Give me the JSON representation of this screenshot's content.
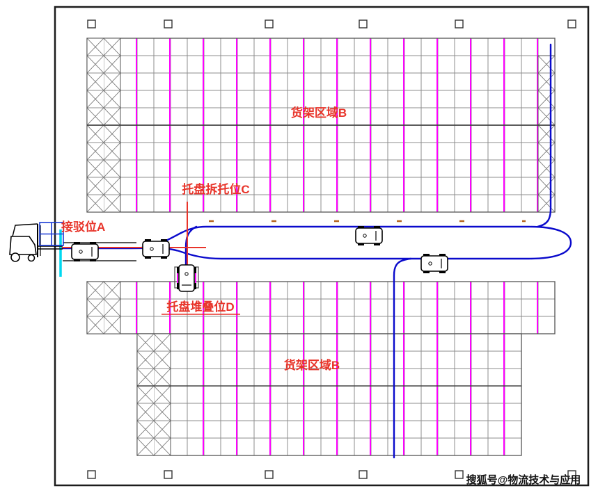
{
  "diagram": {
    "labels": {
      "rack_area_top": "货架区域B",
      "depalletize_c": "托盘拆托位C",
      "docking_a": "接驳位A",
      "palletize_d": "托盘堆叠位D",
      "rack_area_bottom": "货架区域B"
    },
    "watermark": "搜狐号@物流技术与应用",
    "colors": {
      "rack_grid": "#8c8c8c",
      "rack_highlight": "#ff00ff",
      "agv_path": "#0a0acc",
      "label_red": "#e8342a",
      "dock_edge": "#00d8f0",
      "outline": "#1c1c1c"
    }
  }
}
